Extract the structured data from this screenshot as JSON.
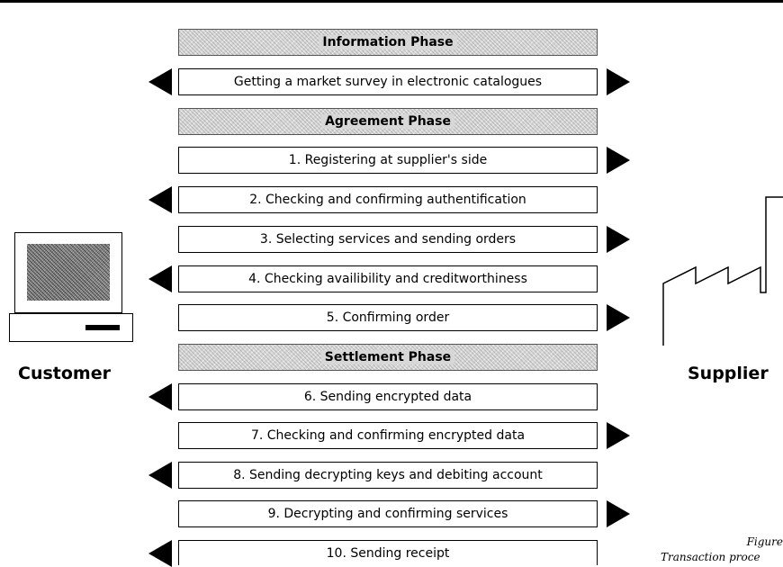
{
  "diagram": {
    "actors": {
      "customer": "Customer",
      "supplier": "Supplier"
    },
    "phases": {
      "information": "Information Phase",
      "agreement": "Agreement Phase",
      "settlement": "Settlement Phase"
    },
    "steps": {
      "survey": "Getting a market survey in electronic catalogues",
      "s1": "1. Registering at supplier's side",
      "s2": "2. Checking and confirming authentification",
      "s3": "3. Selecting services and sending orders",
      "s4": "4. Checking availibility and creditworthiness",
      "s5": "5. Confirming order",
      "s6": "6. Sending encrypted data",
      "s7": "7. Checking and confirming encrypted data",
      "s8": "8. Sending decrypting keys and debiting account",
      "s9": "9. Decrypting and confirming services",
      "s10": "10. Sending receipt"
    },
    "caption": {
      "line1": "Figure",
      "line2": "Transaction proce"
    }
  }
}
